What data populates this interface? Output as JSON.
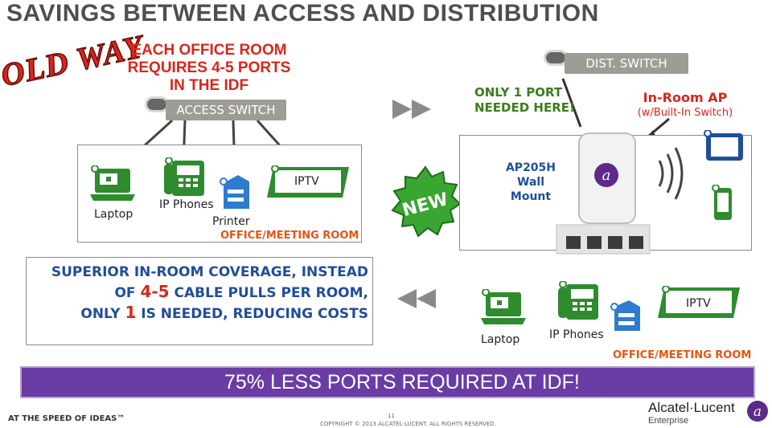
{
  "title": "SAVINGS BETWEEN ACCESS AND DISTRIBUTION",
  "old_way": "OLD WAY",
  "old": {
    "headline_1": "EACH OFFICE ROOM",
    "headline_2": "REQUIRES 4-5 PORTS",
    "headline_3": "IN THE IDF",
    "access_switch": "ACCESS SWITCH",
    "devices": {
      "laptop": "Laptop",
      "ip_phones": "IP Phones",
      "printer": "Printer",
      "iptv": "IPTV"
    },
    "room_label": "OFFICE/MEETING ROOM"
  },
  "new": {
    "only_port_1": "ONLY 1 PORT",
    "only_port_2": "NEEDED HERE!",
    "dist_switch": "DIST. SWITCH",
    "inroom_1": "In-Room AP",
    "inroom_2": "(w/Built-In Switch)",
    "ap_1": "AP205H",
    "ap_2": "Wall",
    "ap_3": "Mount",
    "badge": "NEW",
    "devices": {
      "laptop": "Laptop",
      "ip_phones": "IP Phones",
      "iptv": "IPTV"
    },
    "room_label": "OFFICE/MEETING ROOM"
  },
  "summary": {
    "line1": "SUPERIOR IN-ROOM COVERAGE, INSTEAD",
    "line2_a": "OF ",
    "line2_num": "4-5",
    "line2_b": " CABLE PULLS PER ROOM,",
    "line3_a": "ONLY ",
    "line3_num": "1",
    "line3_b": " IS NEEDED, REDUCING COSTS"
  },
  "banner": "75% LESS PORTS REQUIRED AT IDF!",
  "footer": {
    "tagline": "AT THE SPEED OF IDEAS™",
    "page": "11",
    "copyright": "COPYRIGHT © 2013 ALCATEL-LUCENT.  ALL RIGHTS RESERVED.",
    "brand": "Alcatel·Lucent",
    "brand_sub": "Enterprise"
  },
  "colors": {
    "accent_red": "#d9261c",
    "accent_blue": "#1f4e9a",
    "accent_green": "#2e8b2e",
    "orange": "#e8540f",
    "purple": "#6a3ca6"
  }
}
